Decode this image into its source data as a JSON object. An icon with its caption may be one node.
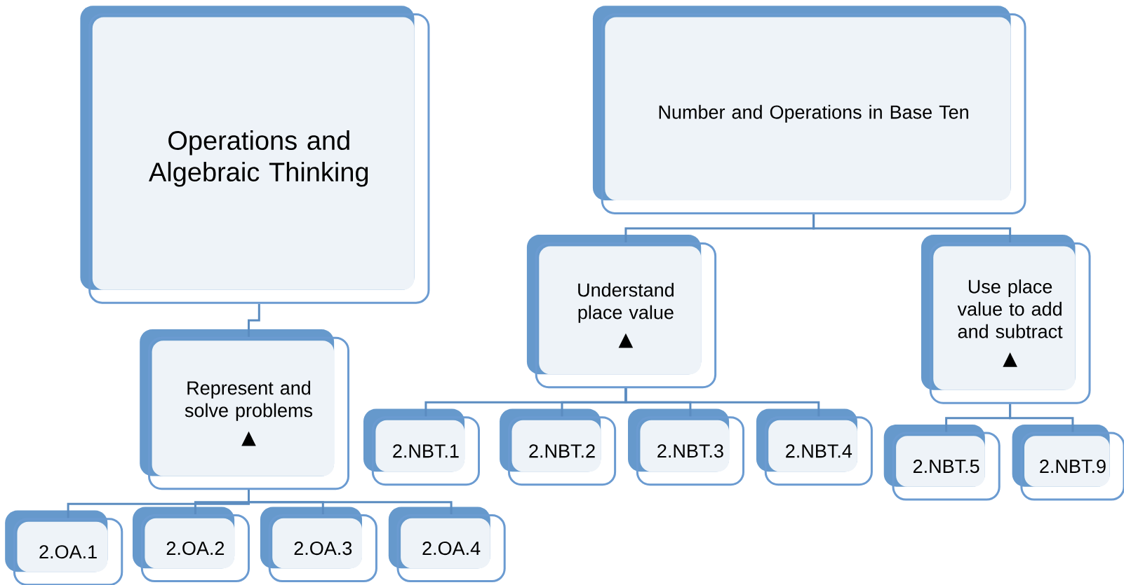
{
  "diagram": {
    "nodes": [
      {
        "text": [
          "Operations and Algebraic Thinking"
        ]
      },
      {
        "text": [
          "Number and Operations in Base Ten"
        ]
      },
      {
        "text": [
          "Represent and solve problems",
          "▲"
        ]
      },
      {
        "text": [
          "2.OA.1"
        ]
      },
      {
        "text": [
          "2.OA.2"
        ]
      },
      {
        "text": [
          "2.OA.3"
        ]
      },
      {
        "text": [
          "2.OA.4"
        ]
      },
      {
        "text": [
          "Understand place value",
          "▲"
        ]
      },
      {
        "text": [
          "Use place value to add and subtract",
          "▲"
        ]
      },
      {
        "text": [
          "2.NBT.1"
        ]
      },
      {
        "text": [
          "2.NBT.2"
        ]
      },
      {
        "text": [
          "2.NBT.3"
        ]
      },
      {
        "text": [
          "2.NBT.4"
        ]
      },
      {
        "text": [
          "2.NBT.5"
        ]
      },
      {
        "text": [
          "2.NBT.9"
        ]
      }
    ],
    "edges": [
      {
        "from": 0,
        "to": 2,
        "arrow": "none"
      },
      {
        "from": 2,
        "to": 3,
        "arrow": "none"
      },
      {
        "from": 2,
        "to": 4,
        "arrow": "none"
      },
      {
        "from": 2,
        "to": 5,
        "arrow": "none"
      },
      {
        "from": 2,
        "to": 6,
        "arrow": "none"
      },
      {
        "from": 1,
        "to": 7,
        "arrow": "none"
      },
      {
        "from": 1,
        "to": 8,
        "arrow": "none"
      },
      {
        "from": 7,
        "to": 9,
        "arrow": "none"
      },
      {
        "from": 7,
        "to": 10,
        "arrow": "none"
      },
      {
        "from": 7,
        "to": 11,
        "arrow": "none"
      },
      {
        "from": 7,
        "to": 12,
        "arrow": "none"
      },
      {
        "from": 8,
        "to": 13,
        "arrow": "none"
      },
      {
        "from": 8,
        "to": 14,
        "arrow": "none"
      }
    ]
  }
}
